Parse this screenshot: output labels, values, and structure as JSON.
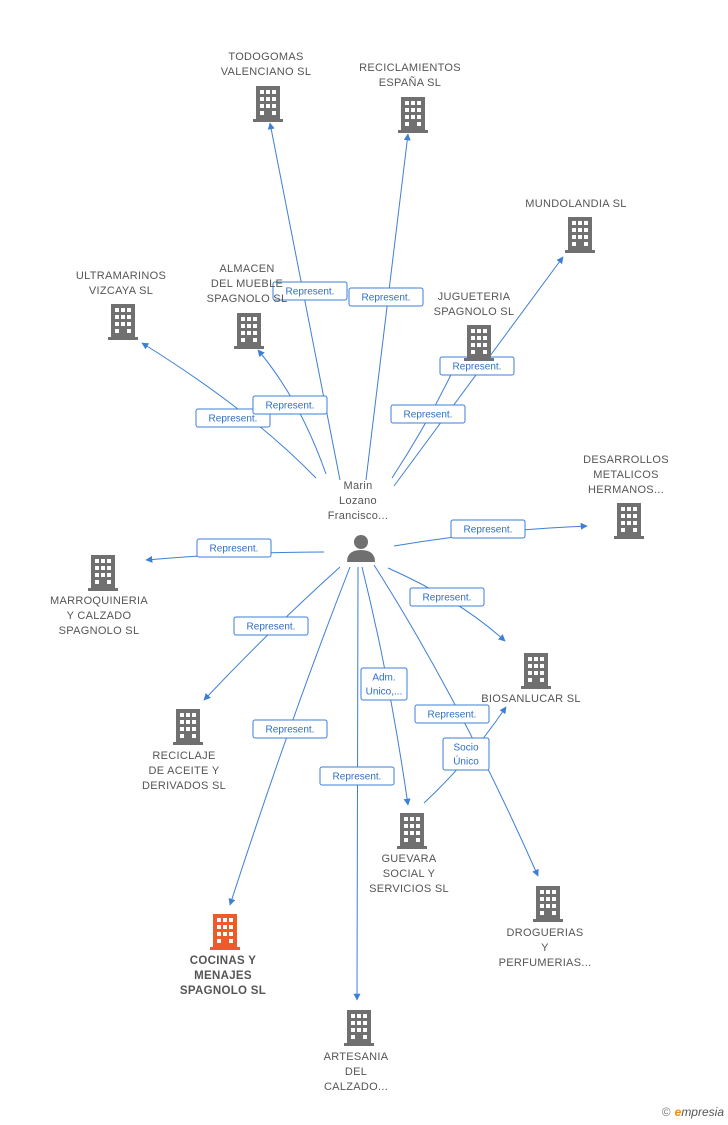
{
  "colors": {
    "edge": "#3d7fd6",
    "building": "#707070",
    "focus_building": "#f05a28",
    "text": "#555555"
  },
  "center": {
    "label": [
      "Marin",
      "Lozano",
      "Francisco..."
    ],
    "icon": "person-icon"
  },
  "nodes": [
    {
      "id": "todogomas",
      "label": [
        "TODOGOMAS",
        "VALENCIANO SL"
      ]
    },
    {
      "id": "reciclamientos",
      "label": [
        "RECICLAMIENTOS",
        "ESPAÑA SL"
      ]
    },
    {
      "id": "mundolandia",
      "label": [
        "MUNDOLANDIA SL"
      ]
    },
    {
      "id": "ultramarinos",
      "label": [
        "ULTRAMARINOS",
        "VIZCAYA SL"
      ]
    },
    {
      "id": "almacen",
      "label": [
        "ALMACEN",
        "DEL MUEBLE",
        "SPAGNOLO SL"
      ]
    },
    {
      "id": "jugueteria",
      "label": [
        "JUGUETERIA",
        "SPAGNOLO SL"
      ]
    },
    {
      "id": "desarrollos",
      "label": [
        "DESARROLLOS",
        "METALICOS",
        "HERMANOS..."
      ]
    },
    {
      "id": "marroquineria",
      "label": [
        "MARROQUINERIA",
        "Y CALZADO",
        "SPAGNOLO SL"
      ]
    },
    {
      "id": "biosanlucar",
      "label": [
        "BIOSANLUCAR SL"
      ]
    },
    {
      "id": "reciclaje",
      "label": [
        "RECICLAJE",
        "DE ACEITE Y",
        "DERIVADOS SL"
      ]
    },
    {
      "id": "guevara",
      "label": [
        "GUEVARA",
        "SOCIAL Y",
        "SERVICIOS SL"
      ]
    },
    {
      "id": "droguerias",
      "label": [
        "DROGUERIAS",
        "Y",
        "PERFUMERIAS..."
      ]
    },
    {
      "id": "cocinas",
      "label": [
        "COCINAS Y",
        "MENAJES",
        "SPAGNOLO SL"
      ],
      "focus": true
    },
    {
      "id": "artesania",
      "label": [
        "ARTESANIA",
        "DEL",
        "CALZADO..."
      ]
    }
  ],
  "edges": [
    {
      "to": "todogomas",
      "label": [
        "Represent."
      ]
    },
    {
      "to": "reciclamientos",
      "label": [
        "Represent."
      ]
    },
    {
      "to": "mundolandia",
      "label": [
        "Represent."
      ]
    },
    {
      "to": "ultramarinos",
      "label": [
        "Represent."
      ]
    },
    {
      "to": "almacen",
      "label": [
        "Represent."
      ]
    },
    {
      "to": "jugueteria",
      "label": [
        "Represent."
      ]
    },
    {
      "to": "desarrollos",
      "label": [
        "Represent."
      ]
    },
    {
      "to": "marroquineria",
      "label": [
        "Represent."
      ]
    },
    {
      "to": "biosanlucar",
      "label": [
        "Represent."
      ]
    },
    {
      "to": "reciclaje",
      "label": [
        "Represent."
      ]
    },
    {
      "to": "guevara",
      "label": [
        "Adm.",
        "Unico,..."
      ]
    },
    {
      "to": "droguerias",
      "label": [
        "Represent."
      ]
    },
    {
      "to": "cocinas",
      "label": [
        "Represent."
      ]
    },
    {
      "to": "artesania",
      "label": [
        "Represent."
      ]
    },
    {
      "from": "guevara",
      "to": "biosanlucar",
      "label": [
        "Socio",
        "Único"
      ]
    }
  ],
  "brand": {
    "copyright": "©",
    "first_letter": "e",
    "rest": "mpresia"
  }
}
